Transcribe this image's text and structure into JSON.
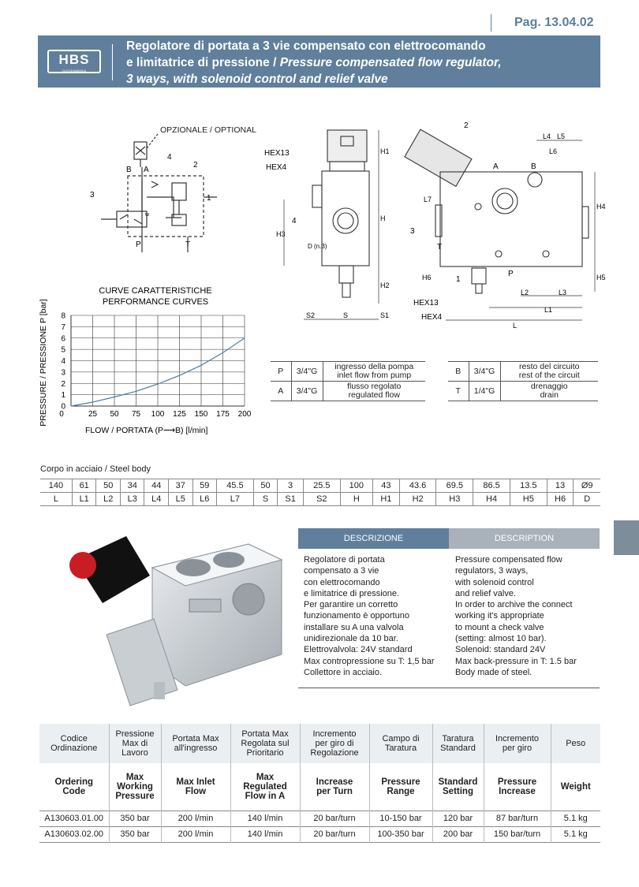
{
  "page": "Pag. 13.04.02",
  "brand": {
    "logo": "HBS",
    "sub": "OLEODINAMICA"
  },
  "title": {
    "it": "Regolatore di portata a 3 vie compensato con elettrocomando",
    "it2": "e limitatrice di pressione /",
    "en2": "Pressure compensated flow regulator,",
    "en3": "3 ways, with solenoid control and relief valve"
  },
  "schematic": {
    "optional": "OPZIONALE / OPTIONAL",
    "B": "B",
    "A": "A",
    "P": "P",
    "T": "T",
    "n1": "1",
    "n2": "2",
    "n3": "3",
    "n4": "4",
    "w": "w"
  },
  "side_view": {
    "hex13": "HEX13",
    "hex4": "HEX4",
    "n4": "4",
    "h1": "H1",
    "h": "H",
    "h2": "H2",
    "h3": "H3",
    "d": "D (n.3)",
    "s2": "S2",
    "s": "S",
    "s1": "S1"
  },
  "front_view": {
    "n2": "2",
    "n3": "3",
    "n1": "1",
    "l4": "L4",
    "l5": "L5",
    "l6": "L6",
    "l7": "L7",
    "a": "A",
    "b": "B",
    "t": "T",
    "p": "P",
    "h4": "H4",
    "h5": "H5",
    "h6": "H6",
    "l2": "L2",
    "l3": "L3",
    "l1": "L1",
    "l": "L",
    "hex13": "HEX13",
    "hex4": "HEX4"
  },
  "chart_data": {
    "type": "line",
    "title": "CURVE CARATTERISTICHE",
    "subtitle": "PERFORMANCE CURVES",
    "xlabel": "FLOW / PORTATA (P⟶B) [l/min]",
    "ylabel": "PRESSURE / PRESSIONE P [bar]",
    "xlim": [
      0,
      200
    ],
    "ylim": [
      0,
      8
    ],
    "xticks": [
      25,
      50,
      75,
      100,
      125,
      150,
      175,
      200
    ],
    "yticks": [
      0,
      1,
      2,
      3,
      4,
      5,
      6,
      7,
      8
    ],
    "x0_label": "0",
    "grid": true,
    "series": [
      {
        "x": [
          0,
          25,
          50,
          75,
          100,
          125,
          150,
          175,
          200
        ],
        "y": [
          0.0,
          0.35,
          0.8,
          1.3,
          1.95,
          2.7,
          3.6,
          4.7,
          6.0
        ]
      }
    ]
  },
  "ports_left": [
    {
      "port": "P",
      "size": "3/4\"G",
      "it": "ingresso della pompa",
      "en": "inlet flow from pump"
    },
    {
      "port": "A",
      "size": "3/4\"G",
      "it": "flusso regolato",
      "en": "regulated flow"
    }
  ],
  "ports_right": [
    {
      "port": "B",
      "size": "3/4\"G",
      "it": "resto del circuito",
      "en": "rest of the circuit"
    },
    {
      "port": "T",
      "size": "1/4\"G",
      "it": "drenaggio",
      "en": "drain"
    }
  ],
  "dimensions": {
    "caption": "Corpo in acciaio / Steel body",
    "values": [
      "140",
      "61",
      "50",
      "34",
      "44",
      "37",
      "59",
      "45.5",
      "50",
      "3",
      "25.5",
      "100",
      "43",
      "43.6",
      "69.5",
      "86.5",
      "13.5",
      "13",
      "Ø9"
    ],
    "labels": [
      "L",
      "L1",
      "L2",
      "L3",
      "L4",
      "L5",
      "L6",
      "L7",
      "S",
      "S1",
      "S2",
      "H",
      "H1",
      "H2",
      "H3",
      "H4",
      "H5",
      "H6",
      "D"
    ]
  },
  "description": {
    "it_title": "DESCRIZIONE",
    "en_title": "DESCRIPTION",
    "it_text": "Regolatore di portata\ncompensato a 3 vie\ncon elettrocomando\ne limitatrice di pressione.\nPer garantire un corretto\nfunzionamento è opportuno\ninstallare su A una valvola\nunidirezionale da 10 bar.\nElettrovalvola: 24V standard\nMax contropressione su T: 1,5 bar\nCollettore in acciaio.",
    "en_text": "Pressure compensated flow\nregulators, 3 ways,\nwith solenoid control\nand relief valve.\nIn order to archive the connect\nworking it's appropriate\nto mount a check valve\n(setting: almost 10 bar).\nSolenoid: standard 24V\nMax back-pressure in T: 1.5 bar\nBody made of steel."
  },
  "spec": {
    "it_headers": [
      "Codice\nOrdinazione",
      "Pressione\nMax di\nLavoro",
      "Portata Max\nall'ingresso",
      "Portata Max\nRegolata sul\nPrioritario",
      "Incremento\nper giro di\nRegolazione",
      "Campo di\nTaratura",
      "Taratura\nStandard",
      "Incremento\nper giro",
      "Peso"
    ],
    "en_headers": [
      "Ordering\nCode",
      "Max\nWorking\nPressure",
      "Max Inlet\nFlow",
      "Max\nRegulated\nFlow in A",
      "Increase\nper Turn",
      "Pressure\nRange",
      "Standard\nSetting",
      "Pressure\nIncrease",
      "Weight"
    ],
    "rows": [
      [
        "A130603.01.00",
        "350 bar",
        "200 l/min",
        "140 l/min",
        "20 bar/turn",
        "10-150 bar",
        "120 bar",
        "87 bar/turn",
        "5.1 kg"
      ],
      [
        "A130603.02.00",
        "350 bar",
        "200 l/min",
        "140 l/min",
        "20 bar/turn",
        "100-350 bar",
        "200 bar",
        "150 bar/turn",
        "5.1 kg"
      ]
    ]
  }
}
